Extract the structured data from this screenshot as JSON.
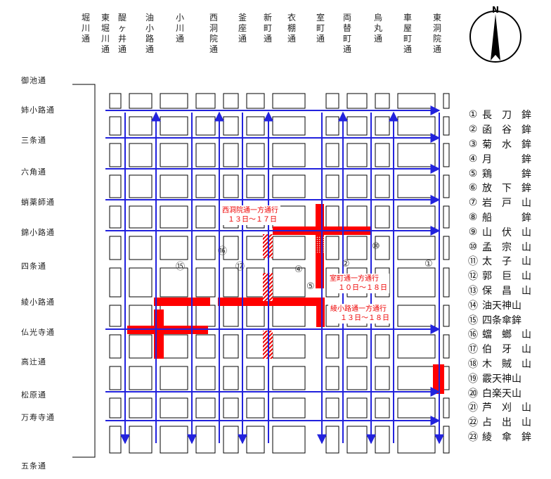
{
  "streets_ns": [
    "堀川通",
    "東堀川通",
    "醍ヶ井通",
    "油小路通",
    "小川通",
    "西洞院通",
    "釜座通",
    "新町通",
    "衣棚通",
    "室町通",
    "両替町通",
    "烏丸通",
    "車屋町通",
    "東洞院通"
  ],
  "streets_ew": [
    "御池通",
    "姉小路通",
    "三条通",
    "六角通",
    "蛸薬師通",
    "錦小路通",
    "四条通",
    "綾小路通",
    "仏光寺通",
    "高辻通",
    "松原通",
    "万寿寺通",
    "五条通"
  ],
  "north_label": "N",
  "notes": {
    "nishinotoin": {
      "line1": "西洞院通一方通行",
      "line2": "１３日～１７日"
    },
    "muromachi": {
      "line1": "室町通一方通行",
      "line2": "１０日～１８日"
    },
    "ayanokoji": {
      "line1": "綾小路通一方通行",
      "line2": "１３日～１８日"
    }
  },
  "map_circles": [
    "⑮",
    "⑫",
    "⑯",
    "④",
    "②",
    "①",
    "⑩",
    "⑤"
  ],
  "legend": [
    {
      "num": "①",
      "name": "長　刀　鉾"
    },
    {
      "num": "②",
      "name": "函　谷　鉾"
    },
    {
      "num": "③",
      "name": "菊　水　鉾"
    },
    {
      "num": "④",
      "name": "月　　　鉾"
    },
    {
      "num": "⑤",
      "name": "鶏　　　鉾"
    },
    {
      "num": "⑥",
      "name": "放　下　鉾"
    },
    {
      "num": "⑦",
      "name": "岩　戸　山"
    },
    {
      "num": "⑧",
      "name": "船　　　鉾"
    },
    {
      "num": "⑨",
      "name": "山　伏　山"
    },
    {
      "num": "⑩",
      "name": "孟　宗　山"
    },
    {
      "num": "⑪",
      "name": "太　子　山"
    },
    {
      "num": "⑫",
      "name": "郭　巨　山"
    },
    {
      "num": "⑬",
      "name": "保　昌　山"
    },
    {
      "num": "⑭",
      "name": "油天神山"
    },
    {
      "num": "⑮",
      "name": "四条傘鉾"
    },
    {
      "num": "⑯",
      "name": "蟷　螂　山"
    },
    {
      "num": "⑰",
      "name": "伯　牙　山"
    },
    {
      "num": "⑱",
      "name": "木　賊　山"
    },
    {
      "num": "⑲",
      "name": "霰天神山"
    },
    {
      "num": "⑳",
      "name": "白楽天山"
    },
    {
      "num": "㉑",
      "name": "芦　刈　山"
    },
    {
      "num": "㉒",
      "name": "占　出　山"
    },
    {
      "num": "㉓",
      "name": "綾　傘　鉾"
    }
  ],
  "colors": {
    "route": "#ff0000",
    "arrow": "#2222dd",
    "block": "#000000"
  }
}
